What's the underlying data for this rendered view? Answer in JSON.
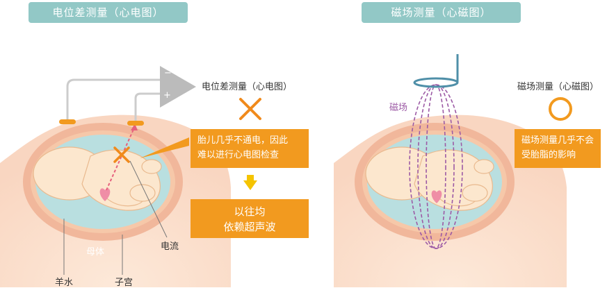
{
  "left": {
    "header": "电位差测量（心电图）",
    "device_label": "电位差测量（心电图）",
    "device_minus": "−",
    "device_plus": "+",
    "callout_lines": [
      "胎儿几乎不通电，因此",
      "难以进行心电图检查"
    ],
    "result_lines": [
      "以往均",
      "依赖超声波"
    ],
    "label_current": "电流",
    "label_mother": "母体",
    "label_amniotic": "羊水",
    "label_uterus": "子宫"
  },
  "right": {
    "header": "磁场测量（心磁图）",
    "device_label": "磁场测量（心磁图）",
    "field_label": "磁场",
    "callout_lines": [
      "磁场测量几乎不会",
      "受胎脂的影响"
    ]
  },
  "colors": {
    "header_bg": "#92c8c6",
    "orange": "#f29a1f",
    "cross": "#f08a1c",
    "heart": "#ef8ea6",
    "field": "#9c5aa5",
    "device_gray": "#bbbbbb",
    "coil": "#4f8fa8",
    "uterus_wall": "#f1b79b",
    "amniotic": "#b9dfe0",
    "fetus": "#fce7ce"
  }
}
